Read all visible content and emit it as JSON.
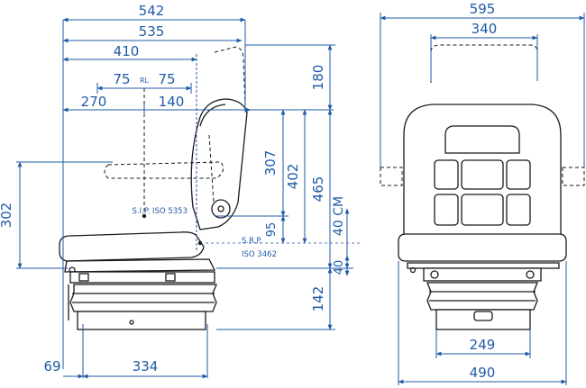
{
  "colors": {
    "dimension": "#1f5aa6",
    "outline": "#1a1a1a",
    "background": "#ffffff"
  },
  "side_view": {
    "top_width": "542",
    "width_535": "535",
    "width_410": "410",
    "rl_left": "75",
    "rl_label": "RL",
    "rl_right": "75",
    "offset_270": "270",
    "offset_140": "140",
    "headrest_height": "180",
    "height_307": "307",
    "height_402": "402",
    "height_465": "465",
    "adjust_40cm": "40 CM",
    "height_302": "302",
    "height_95": "95",
    "height_40": "40",
    "height_142": "142",
    "bottom_69": "69",
    "bottom_334": "334",
    "sip_label": "S.I.P. ISO 5353",
    "srp_label": "S.R.P.",
    "srp_iso": "ISO 3462"
  },
  "front_view": {
    "overall_width": "595",
    "headrest_width": "340",
    "base_width": "249",
    "bottom_width": "490"
  }
}
